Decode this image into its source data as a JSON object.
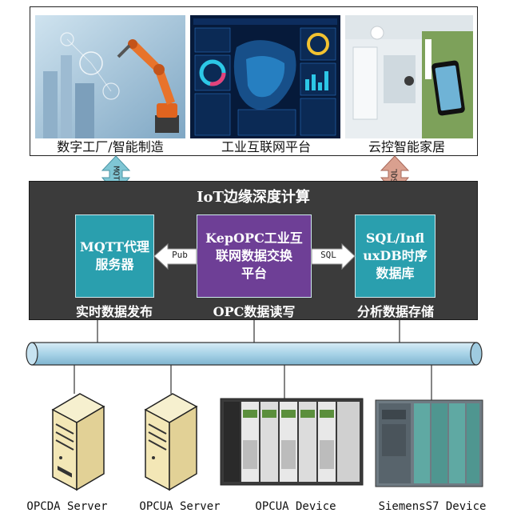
{
  "applications": [
    {
      "label": "数字工厂/智能制造"
    },
    {
      "label": "工业互联网平台"
    },
    {
      "label": "云控智能家居"
    }
  ],
  "links": {
    "mqtt": "MQTT",
    "sql": "SQL"
  },
  "edge": {
    "title": "IoT边缘深度计算",
    "modules": [
      {
        "text": "MQTT代理\n服务器",
        "caption": "实时数据发布"
      },
      {
        "text": "KepOPC工业互\n联网数据交换\n平台",
        "caption": "OPC数据读写"
      },
      {
        "text": "SQL/Infl\nuxDB时序\n数据库",
        "caption": "分析数据存储"
      }
    ],
    "arrows": {
      "pub": "Pub",
      "sql": "SQL"
    }
  },
  "devices": [
    {
      "label": "OPCDA Server"
    },
    {
      "label": "OPCUA Server"
    },
    {
      "label": "OPCUA Device"
    },
    {
      "label": "SiemensS7 Device"
    }
  ],
  "colors": {
    "edge_bg": "#3b3b3b",
    "module_teal": "#2a9fae",
    "module_purple": "#6e3f96",
    "bus_blue": "#a8d3e8",
    "mqtt_arrow": "#7fc6d4",
    "sql_arrow": "#d9a08f"
  }
}
